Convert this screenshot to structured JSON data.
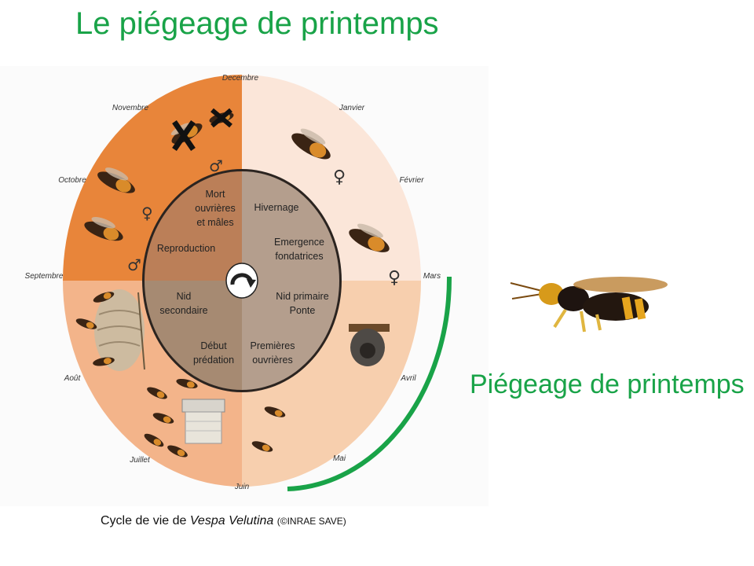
{
  "title": "Le piégeage de printemps",
  "months": {
    "decembre": "Decembre",
    "janvier": "Janvier",
    "fevrier": "Février",
    "mars": "Mars",
    "avril": "Avril",
    "mai": "Mai",
    "juin": "Juin",
    "juillet": "Juillet",
    "aout": "Août",
    "septembre": "Septembre",
    "octobre": "Octobre",
    "novembre": "Novembre"
  },
  "phases": {
    "mort_l1": "Mort",
    "mort_l2": "ouvrières",
    "mort_l3": "et mâles",
    "hivernage": "Hivernage",
    "reproduction": "Reproduction",
    "emergence_l1": "Emergence",
    "emergence_l2": "fondatrices",
    "nid_sec_l1": "Nid",
    "nid_sec_l2": "secondaire",
    "nid_prim_l1": "Nid primaire",
    "nid_prim_l2": "Ponte",
    "debut_l1": "Début",
    "debut_l2": "prédation",
    "premieres_l1": "Premières",
    "premieres_l2": "ouvrières"
  },
  "symbols": {
    "female": "♀",
    "male": "♂"
  },
  "side_label": "Piégeage de printemps",
  "caption": {
    "prefix": "Cycle de vie de ",
    "species": "Vespa Velutina",
    "credit": "(©INRAE SAVE)"
  },
  "colors": {
    "accent_green": "#19a348",
    "autumn_quadrant": "#e8853a",
    "winter_quadrant": "#fbe6d9",
    "spring_quadrant": "#f7cfae",
    "summer_quadrant": "#f3b48a",
    "inner_ring_left": "#bb7f58",
    "inner_ring_right": "#b49e8d"
  }
}
